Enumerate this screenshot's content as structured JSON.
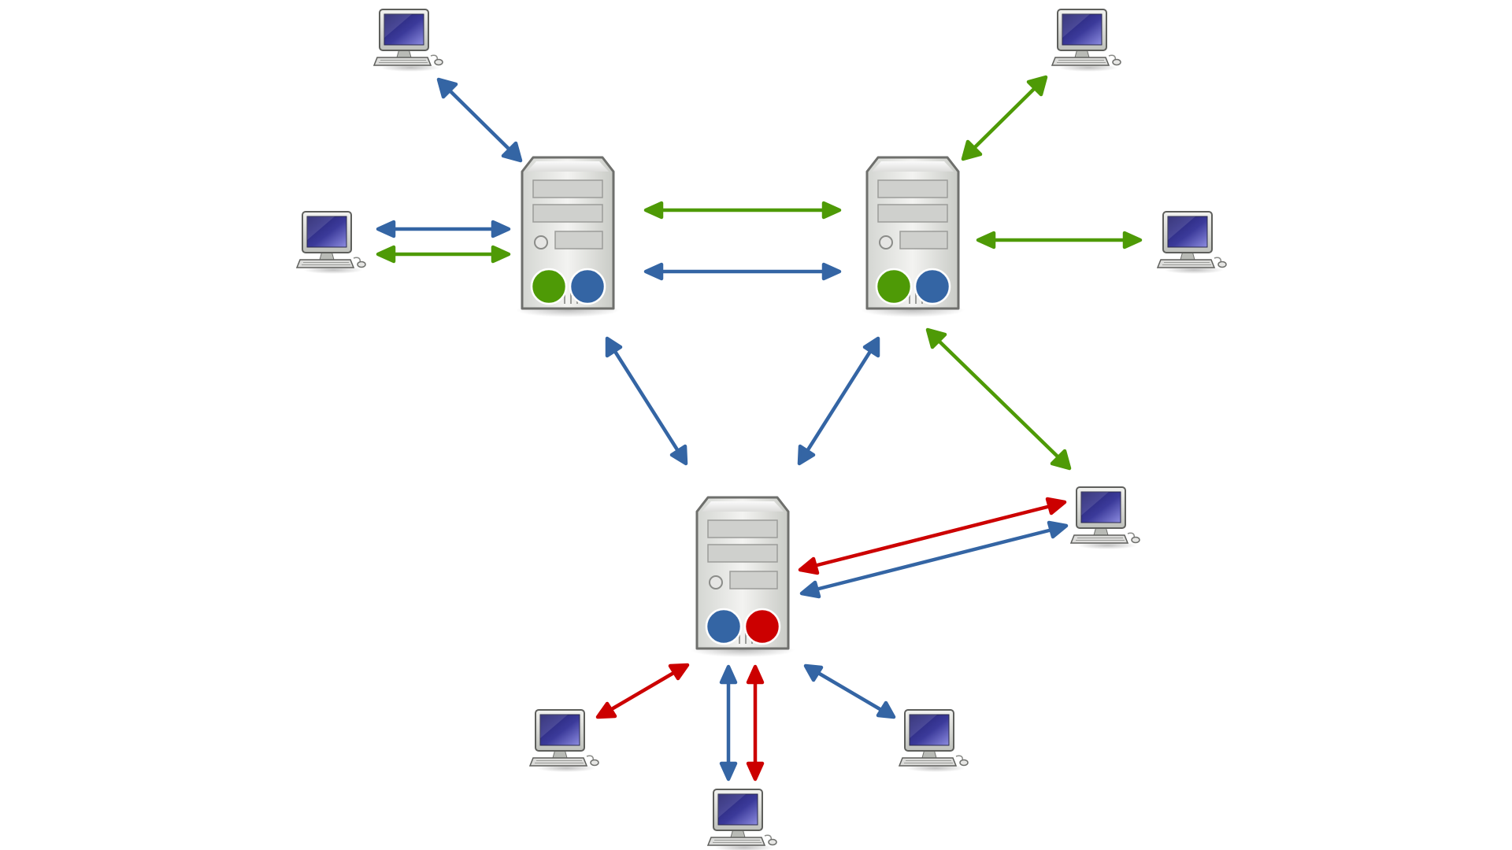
{
  "diagram": {
    "type": "network-topology",
    "servers": [
      {
        "id": "server-top-left",
        "icon": "server-icon",
        "services": [
          "green",
          "blue"
        ]
      },
      {
        "id": "server-top-right",
        "icon": "server-icon",
        "services": [
          "green",
          "blue"
        ]
      },
      {
        "id": "server-bottom",
        "icon": "server-icon",
        "services": [
          "blue",
          "red"
        ]
      }
    ],
    "clients": [
      {
        "id": "client-top-left",
        "icon": "computer-icon"
      },
      {
        "id": "client-left",
        "icon": "computer-icon"
      },
      {
        "id": "client-top-right",
        "icon": "computer-icon"
      },
      {
        "id": "client-right",
        "icon": "computer-icon"
      },
      {
        "id": "client-mid-right",
        "icon": "computer-icon"
      },
      {
        "id": "client-bottom-left",
        "icon": "computer-icon"
      },
      {
        "id": "client-bottom-center",
        "icon": "computer-icon"
      },
      {
        "id": "client-bottom-right",
        "icon": "computer-icon"
      }
    ],
    "links": [
      {
        "from": "client-top-left",
        "to": "server-top-left",
        "color": "blue"
      },
      {
        "from": "client-left",
        "to": "server-top-left",
        "color": "blue"
      },
      {
        "from": "client-left",
        "to": "server-top-left",
        "color": "green"
      },
      {
        "from": "server-top-left",
        "to": "server-top-right",
        "color": "green"
      },
      {
        "from": "server-top-left",
        "to": "server-top-right",
        "color": "blue"
      },
      {
        "from": "client-top-right",
        "to": "server-top-right",
        "color": "green"
      },
      {
        "from": "server-top-right",
        "to": "client-right",
        "color": "green"
      },
      {
        "from": "server-top-left",
        "to": "server-bottom",
        "color": "blue"
      },
      {
        "from": "server-top-right",
        "to": "server-bottom",
        "color": "blue"
      },
      {
        "from": "server-top-right",
        "to": "client-mid-right",
        "color": "green"
      },
      {
        "from": "server-bottom",
        "to": "client-mid-right",
        "color": "red"
      },
      {
        "from": "server-bottom",
        "to": "client-mid-right",
        "color": "blue"
      },
      {
        "from": "server-bottom",
        "to": "client-bottom-left",
        "color": "red"
      },
      {
        "from": "server-bottom",
        "to": "client-bottom-center",
        "color": "blue"
      },
      {
        "from": "server-bottom",
        "to": "client-bottom-center",
        "color": "red"
      },
      {
        "from": "server-bottom",
        "to": "client-bottom-right",
        "color": "blue"
      }
    ]
  },
  "colors": {
    "green": "#4e9a06",
    "blue": "#3465a4",
    "red": "#cc0000",
    "background": "#ffffff"
  }
}
